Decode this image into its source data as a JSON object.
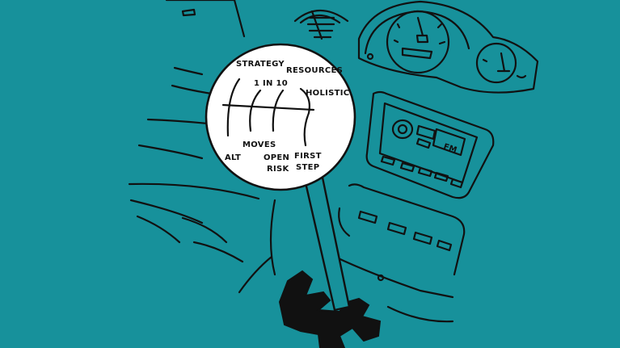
{
  "colors": {
    "background": "#17919b",
    "ink": "#111111",
    "knob": "#ffffff"
  },
  "knob": {
    "top_left": "STRATEGY",
    "top_right": "RESOURCES",
    "mid_left": "1 IN 10",
    "mid_right": "HOLISTIC",
    "bottom_1": "MOVES",
    "bottom_2": "ALT",
    "bottom_3a": "OPEN",
    "bottom_3b": "RISK",
    "bottom_4a": "FIRST",
    "bottom_4b": "STEP"
  },
  "radio": {
    "display": "FM"
  }
}
